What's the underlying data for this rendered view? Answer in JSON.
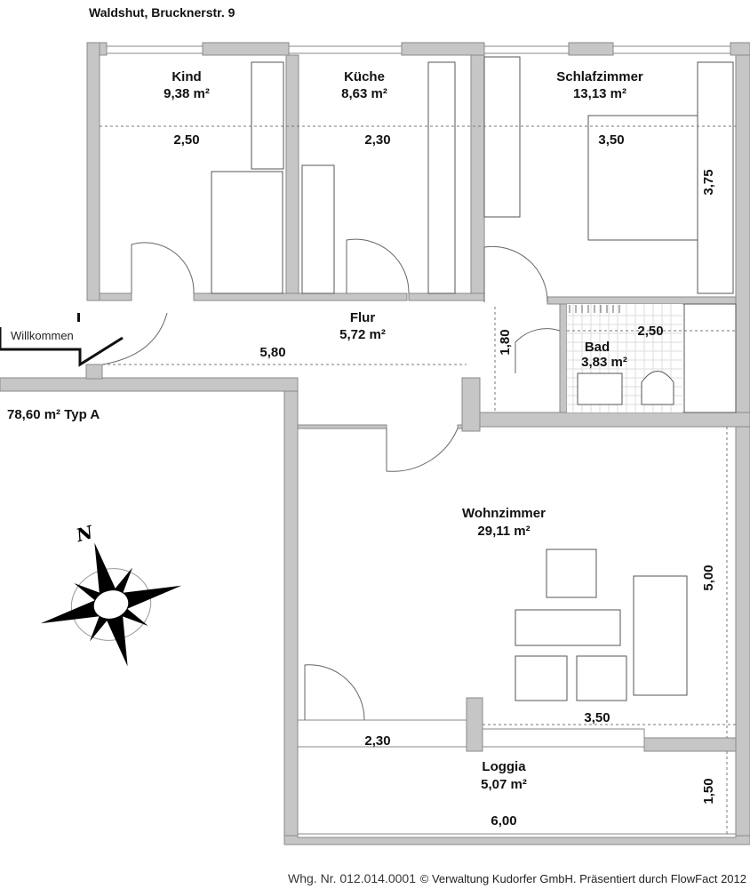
{
  "header": {
    "title": "Waldshut, Brucknerstr. 9"
  },
  "summary": {
    "area_type": "78,60 m²  Typ A"
  },
  "entrance": {
    "label": "Willkommen"
  },
  "rooms": [
    {
      "name": "Kind",
      "area": "9,38 m²",
      "dim": "2,50"
    },
    {
      "name": "Küche",
      "area": "8,63 m²",
      "dim": "2,30"
    },
    {
      "name": "Schlafzimmer",
      "area": "13,13 m²",
      "dim": "3,50",
      "dim2": "3,75"
    },
    {
      "name": "Flur",
      "area": "5,72 m²",
      "dim": "5,80",
      "dim2": "1,80"
    },
    {
      "name": "Bad",
      "area": "3,83 m²",
      "dim": "2,50"
    },
    {
      "name": "Wohnzimmer",
      "area": "29,11 m²",
      "dim": "3,50",
      "dim2": "5,00",
      "dim3": "2,30"
    },
    {
      "name": "Loggia",
      "area": "5,07 m²",
      "dim": "6,00",
      "dim2": "1,50"
    }
  ],
  "compass": {
    "label": "N"
  },
  "footer": {
    "unit_number": "Whg. Nr. 012.014.0001",
    "copyright": "© Verwaltung Kudorfer GmbH. Präsentiert durch FlowFact 2012"
  }
}
